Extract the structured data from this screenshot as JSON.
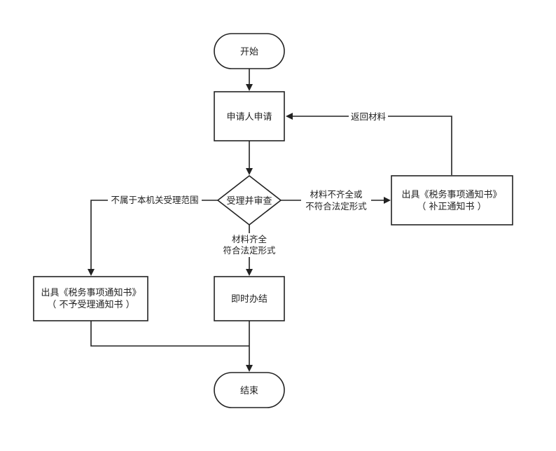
{
  "nodes": {
    "start": {
      "lines": [
        "开始"
      ]
    },
    "apply": {
      "lines": [
        "申请人申请"
      ]
    },
    "review": {
      "lines": [
        "受理并审查"
      ]
    },
    "notice_correction": {
      "lines": [
        "出具《税务事项通知书》",
        "（ 补正通知书 ）"
      ]
    },
    "notice_reject": {
      "lines": [
        "出具《税务事项通知书》",
        "（ 不予受理通知书 ）"
      ]
    },
    "instant": {
      "lines": [
        "即时办结"
      ]
    },
    "end": {
      "lines": [
        "结束"
      ]
    }
  },
  "edges": {
    "return_materials": {
      "lines": [
        "返回材料"
      ]
    },
    "incomplete": {
      "lines": [
        "材料不齐全或",
        "不符合法定形式"
      ]
    },
    "out_of_scope": {
      "lines": [
        "不属于本机关受理范围"
      ]
    },
    "complete": {
      "lines": [
        "材料齐全",
        "符合法定形式"
      ]
    }
  }
}
